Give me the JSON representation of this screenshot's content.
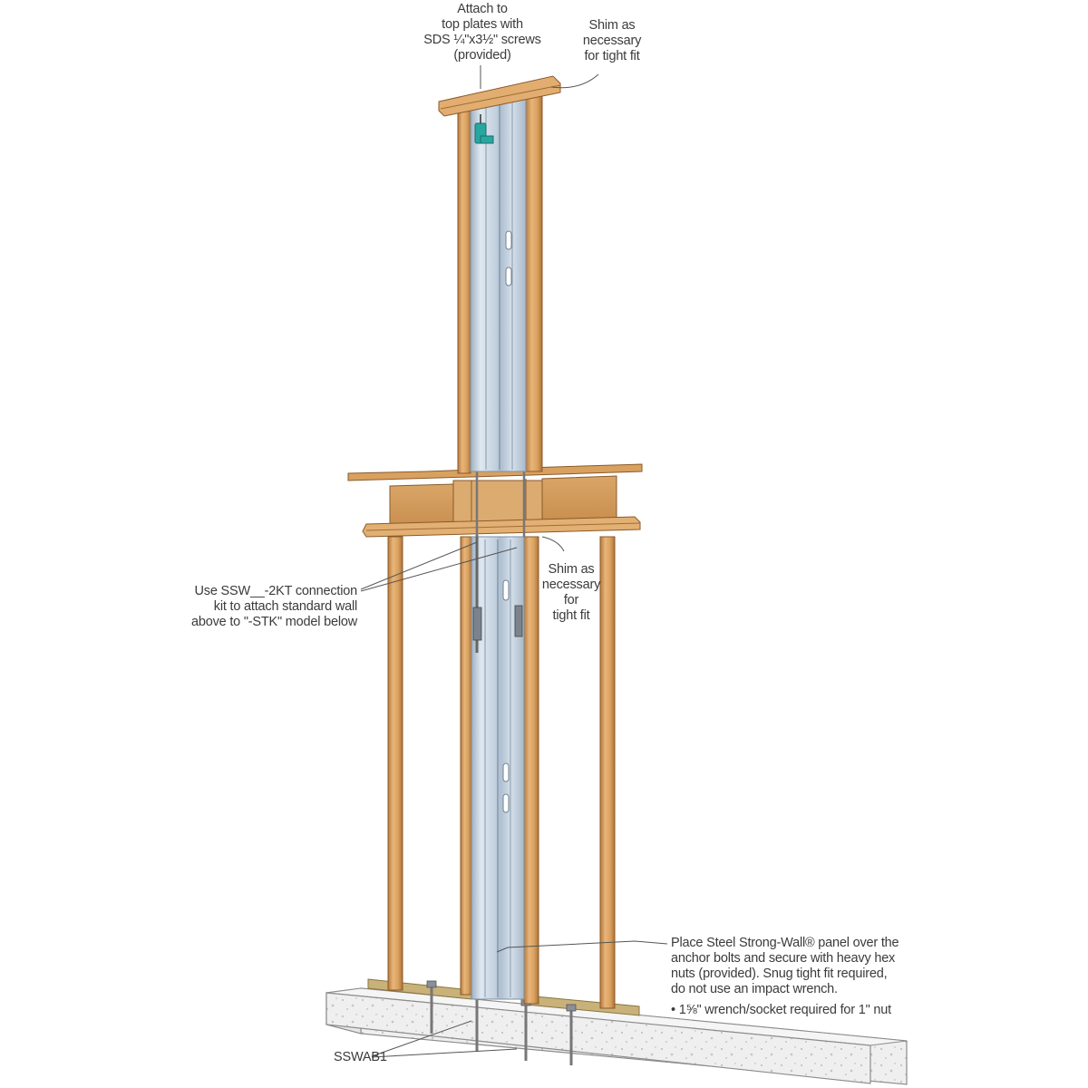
{
  "diagram": {
    "title": "Steel Strong-Wall stacked installation",
    "colors": {
      "lumber": "#d9a15f",
      "lumber_dark": "#b87a3a",
      "lumber_light": "#eebf86",
      "steel": "#c9d6e3",
      "steel_dark": "#9fb0c2",
      "steel_light": "#e3ebf3",
      "concrete": "#eeeeee",
      "concrete_edge": "#8c8c8c",
      "sill_plate": "#c8b27a",
      "drill": "#2aa6a0",
      "leader": "#555555",
      "text": "#3b3b3b"
    },
    "callouts": {
      "top_attach": {
        "lines": [
          "Attach to",
          "top plates with",
          "SDS ¼\"x3½\" screws",
          "(provided)"
        ]
      },
      "top_shim": {
        "lines": [
          "Shim as",
          "necessary",
          "for tight fit"
        ]
      },
      "connection_kit": {
        "lines": [
          "Use SSW__-2KT connection",
          "kit to attach standard wall",
          "above to \"-STK\" model below"
        ]
      },
      "mid_shim": {
        "lines": [
          "Shim as",
          "necessary",
          "for",
          "tight fit"
        ]
      },
      "anchor_instructions": {
        "lines": [
          "Place Steel Strong-Wall® panel over the",
          "anchor bolts and secure with heavy hex",
          "nuts (provided). Snug tight fit required,",
          "do not use an impact wrench."
        ],
        "bullet": "• 1⅝\" wrench/socket required for 1\" nut"
      },
      "anchor_bolt": {
        "label": "SSWAB1"
      }
    }
  }
}
